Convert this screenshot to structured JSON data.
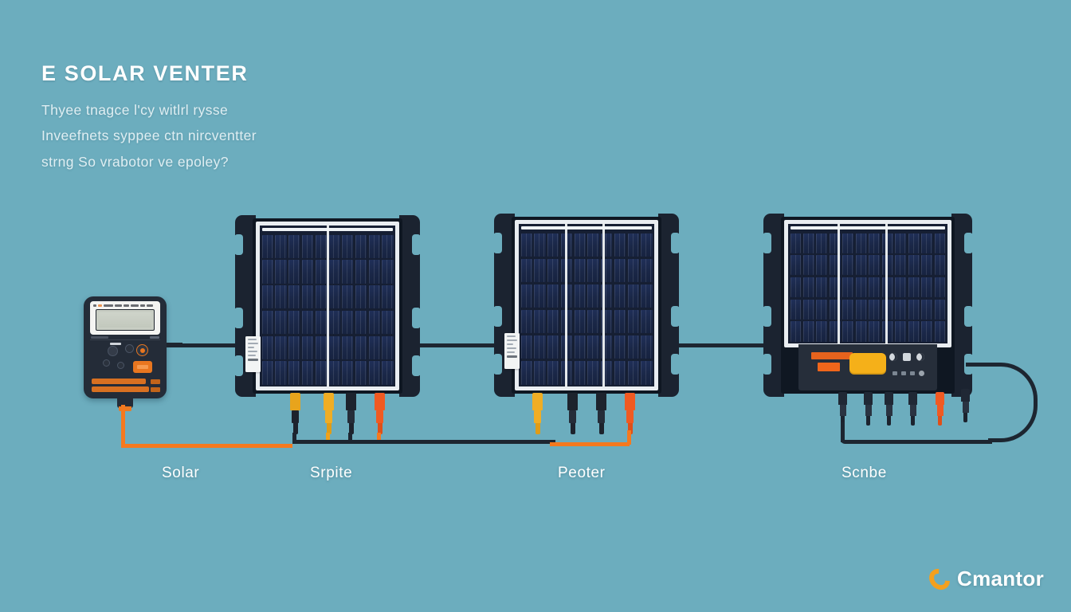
{
  "header": {
    "title": "E  SOLAR VENTER",
    "subtitle_line1": "Thyee tnagce l'cy witlrl rysse",
    "subtitle_line2": "Inveefnets  syppee ctn nircventter",
    "subtitle_line3": "strng So vrabotor ve epoley?"
  },
  "brand": {
    "name": "Cmantor",
    "mark_icon": "c-swoosh-icon",
    "mark_color": "#f5a01e"
  },
  "colors": {
    "background": "#6cadbe",
    "device_dark": "#1b2330",
    "panel_cell": "#1a2747",
    "panel_frame": "#e9edf1",
    "accent_orange": "#f05a22",
    "accent_amber": "#f5b019",
    "wire_black": "#1d2631",
    "text_white": "#ffffff"
  },
  "devices": [
    {
      "id": "multimeter",
      "type": "meter",
      "caption": "Solar",
      "screen_icon": "lcd-display-icon",
      "has_dial": true,
      "button_color": "#e8761f"
    },
    {
      "id": "panel-1",
      "type": "solar-panel",
      "caption": "Srpite",
      "cell_rows": 6,
      "cell_cols": 10,
      "connectors": [
        "yellow",
        "amber",
        "black",
        "orange"
      ]
    },
    {
      "id": "panel-2",
      "type": "solar-panel",
      "caption": "Peoter",
      "cell_rows": 6,
      "cell_cols": 10,
      "connectors": [
        "amber",
        "black",
        "black",
        "orange"
      ]
    },
    {
      "id": "inverter",
      "type": "inverter",
      "caption": "Scnbe",
      "cell_rows": 5,
      "cell_cols": 12,
      "connectors": [
        "black",
        "black",
        "black",
        "black",
        "orange",
        "black"
      ],
      "face_button_color": "#f5b019",
      "face_logo_color": "#f0661b",
      "face_icons": [
        "moon-icon",
        "camera-icon",
        "crescent-icon"
      ]
    }
  ],
  "captions": {
    "c1": "Solar",
    "c2": "Srpite",
    "c3": "Peoter",
    "c4": "Scnbe"
  }
}
